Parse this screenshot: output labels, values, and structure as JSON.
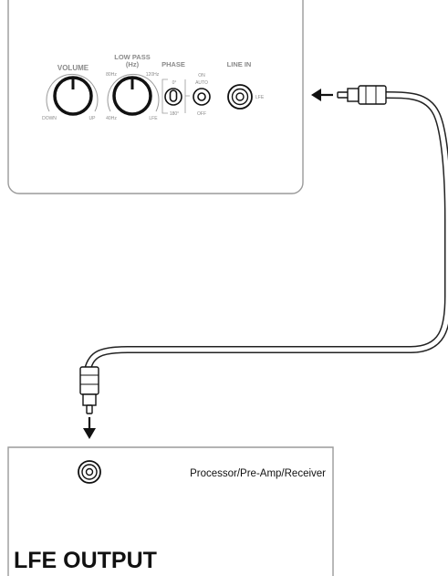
{
  "subwoofer_panel": {
    "volume": {
      "title": "VOLUME",
      "min_label": "DOWN",
      "max_label": "UP"
    },
    "low_pass": {
      "title_line1": "LOW PASS",
      "title_line2": "(Hz)",
      "tick_80": "80Hz",
      "tick_120": "120Hz",
      "tick_40": "40Hz",
      "tick_lfe": "LFE"
    },
    "phase": {
      "title": "PHASE",
      "top_label": "0°",
      "bottom_label": "180°"
    },
    "power": {
      "on_label": "ON",
      "auto_label": "AUTO",
      "off_label": "OFF"
    },
    "line_in": {
      "title": "LINE IN",
      "jack_label": "LFE"
    }
  },
  "receiver": {
    "device_label": "Processor/Pre-Amp/Receiver",
    "output_label": "LFE OUTPUT"
  },
  "icons": [
    "arrow-left-icon",
    "arrow-down-icon",
    "rca-plug-icon",
    "rca-jack-icon"
  ]
}
